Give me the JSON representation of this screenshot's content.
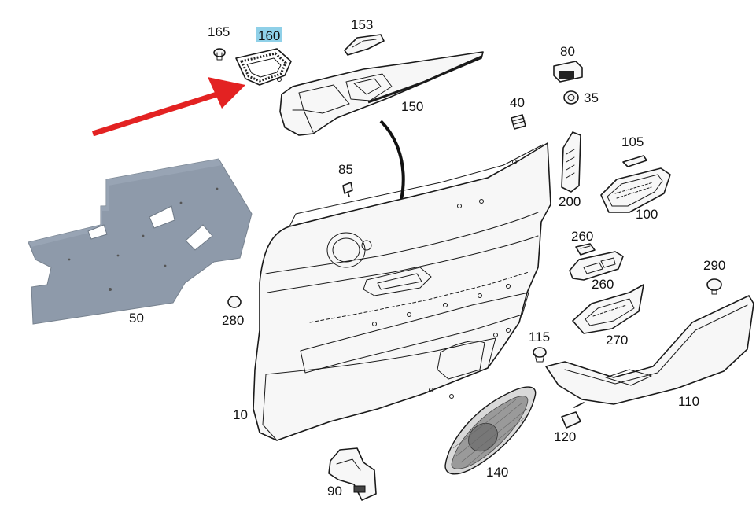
{
  "diagram": {
    "highlighted_part": "160",
    "colors": {
      "highlight_bg": "#8fd0e8",
      "arrow": "#e32222",
      "insulation": "#8e9aaa",
      "insulation_edge": "#77828f"
    },
    "labels": {
      "p10": "10",
      "p35": "35",
      "p40": "40",
      "p50": "50",
      "p80": "80",
      "p85": "85",
      "p90": "90",
      "p100": "100",
      "p105": "105",
      "p110": "110",
      "p115": "115",
      "p120": "120",
      "p140": "140",
      "p150": "150",
      "p153": "153",
      "p160": "160",
      "p165": "165",
      "p200": "200",
      "p260a": "260",
      "p260b": "260",
      "p270": "270",
      "p280": "280",
      "p290": "290"
    }
  }
}
